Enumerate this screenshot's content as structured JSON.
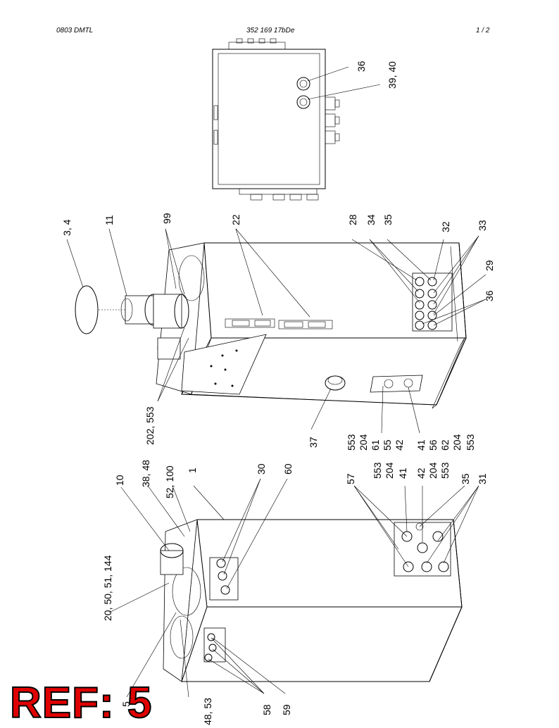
{
  "header": {
    "left": "0803 DMTL",
    "center": "352 169 17bDe",
    "right": "1 /  2"
  },
  "ref_stamp": "REF: 5",
  "callouts": {
    "c36_top": "36",
    "c39_40": "39, 40",
    "c3_4": "3, 4",
    "c11": "11",
    "c99": "99",
    "c22": "22",
    "c28": "28",
    "c34": "34",
    "c35a": "35",
    "c32": "32",
    "c33": "33",
    "c29": "29",
    "c36b": "36",
    "c202_553": "202, 553",
    "c37": "37",
    "c553a": "553",
    "c204a": "204",
    "c61": "61",
    "c55": "55",
    "c42a": "42",
    "c41a": "41",
    "c56": "56",
    "c62": "62",
    "c204b": "204",
    "c553b": "553",
    "c10": "10",
    "c38_48": "38, 48",
    "c52_100": "52, 100",
    "c1": "1",
    "c30": "30",
    "c60": "60",
    "c57": "57",
    "c553c": "553",
    "c204c": "204",
    "c41b": "41",
    "c42b": "42",
    "c204d": "204",
    "c553d": "553",
    "c35b": "35",
    "c31": "31",
    "c20_50": "20, 50, 51, 144",
    "c5": "5",
    "c48_53": "48, 53",
    "c58": "58",
    "c59": "59"
  }
}
